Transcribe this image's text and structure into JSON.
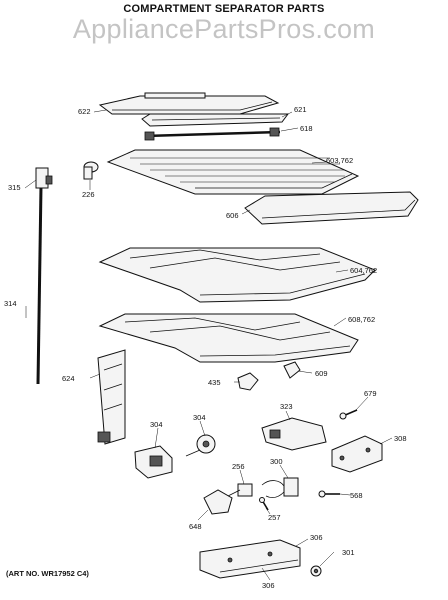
{
  "header": {
    "title": "COMPARTMENT SEPARATOR PARTS",
    "watermark": "AppliancePartsPros.com"
  },
  "footer": {
    "art_number": "(ART NO. WR17952 C4)"
  },
  "part_labels": [
    "622",
    "621",
    "618",
    "603,762",
    "315",
    "226",
    "606",
    "604,762",
    "314",
    "608,762",
    "624",
    "435",
    "609",
    "679",
    "323",
    "304",
    "304",
    "308",
    "256",
    "300",
    "568",
    "648",
    "257",
    "306",
    "301",
    "306"
  ]
}
